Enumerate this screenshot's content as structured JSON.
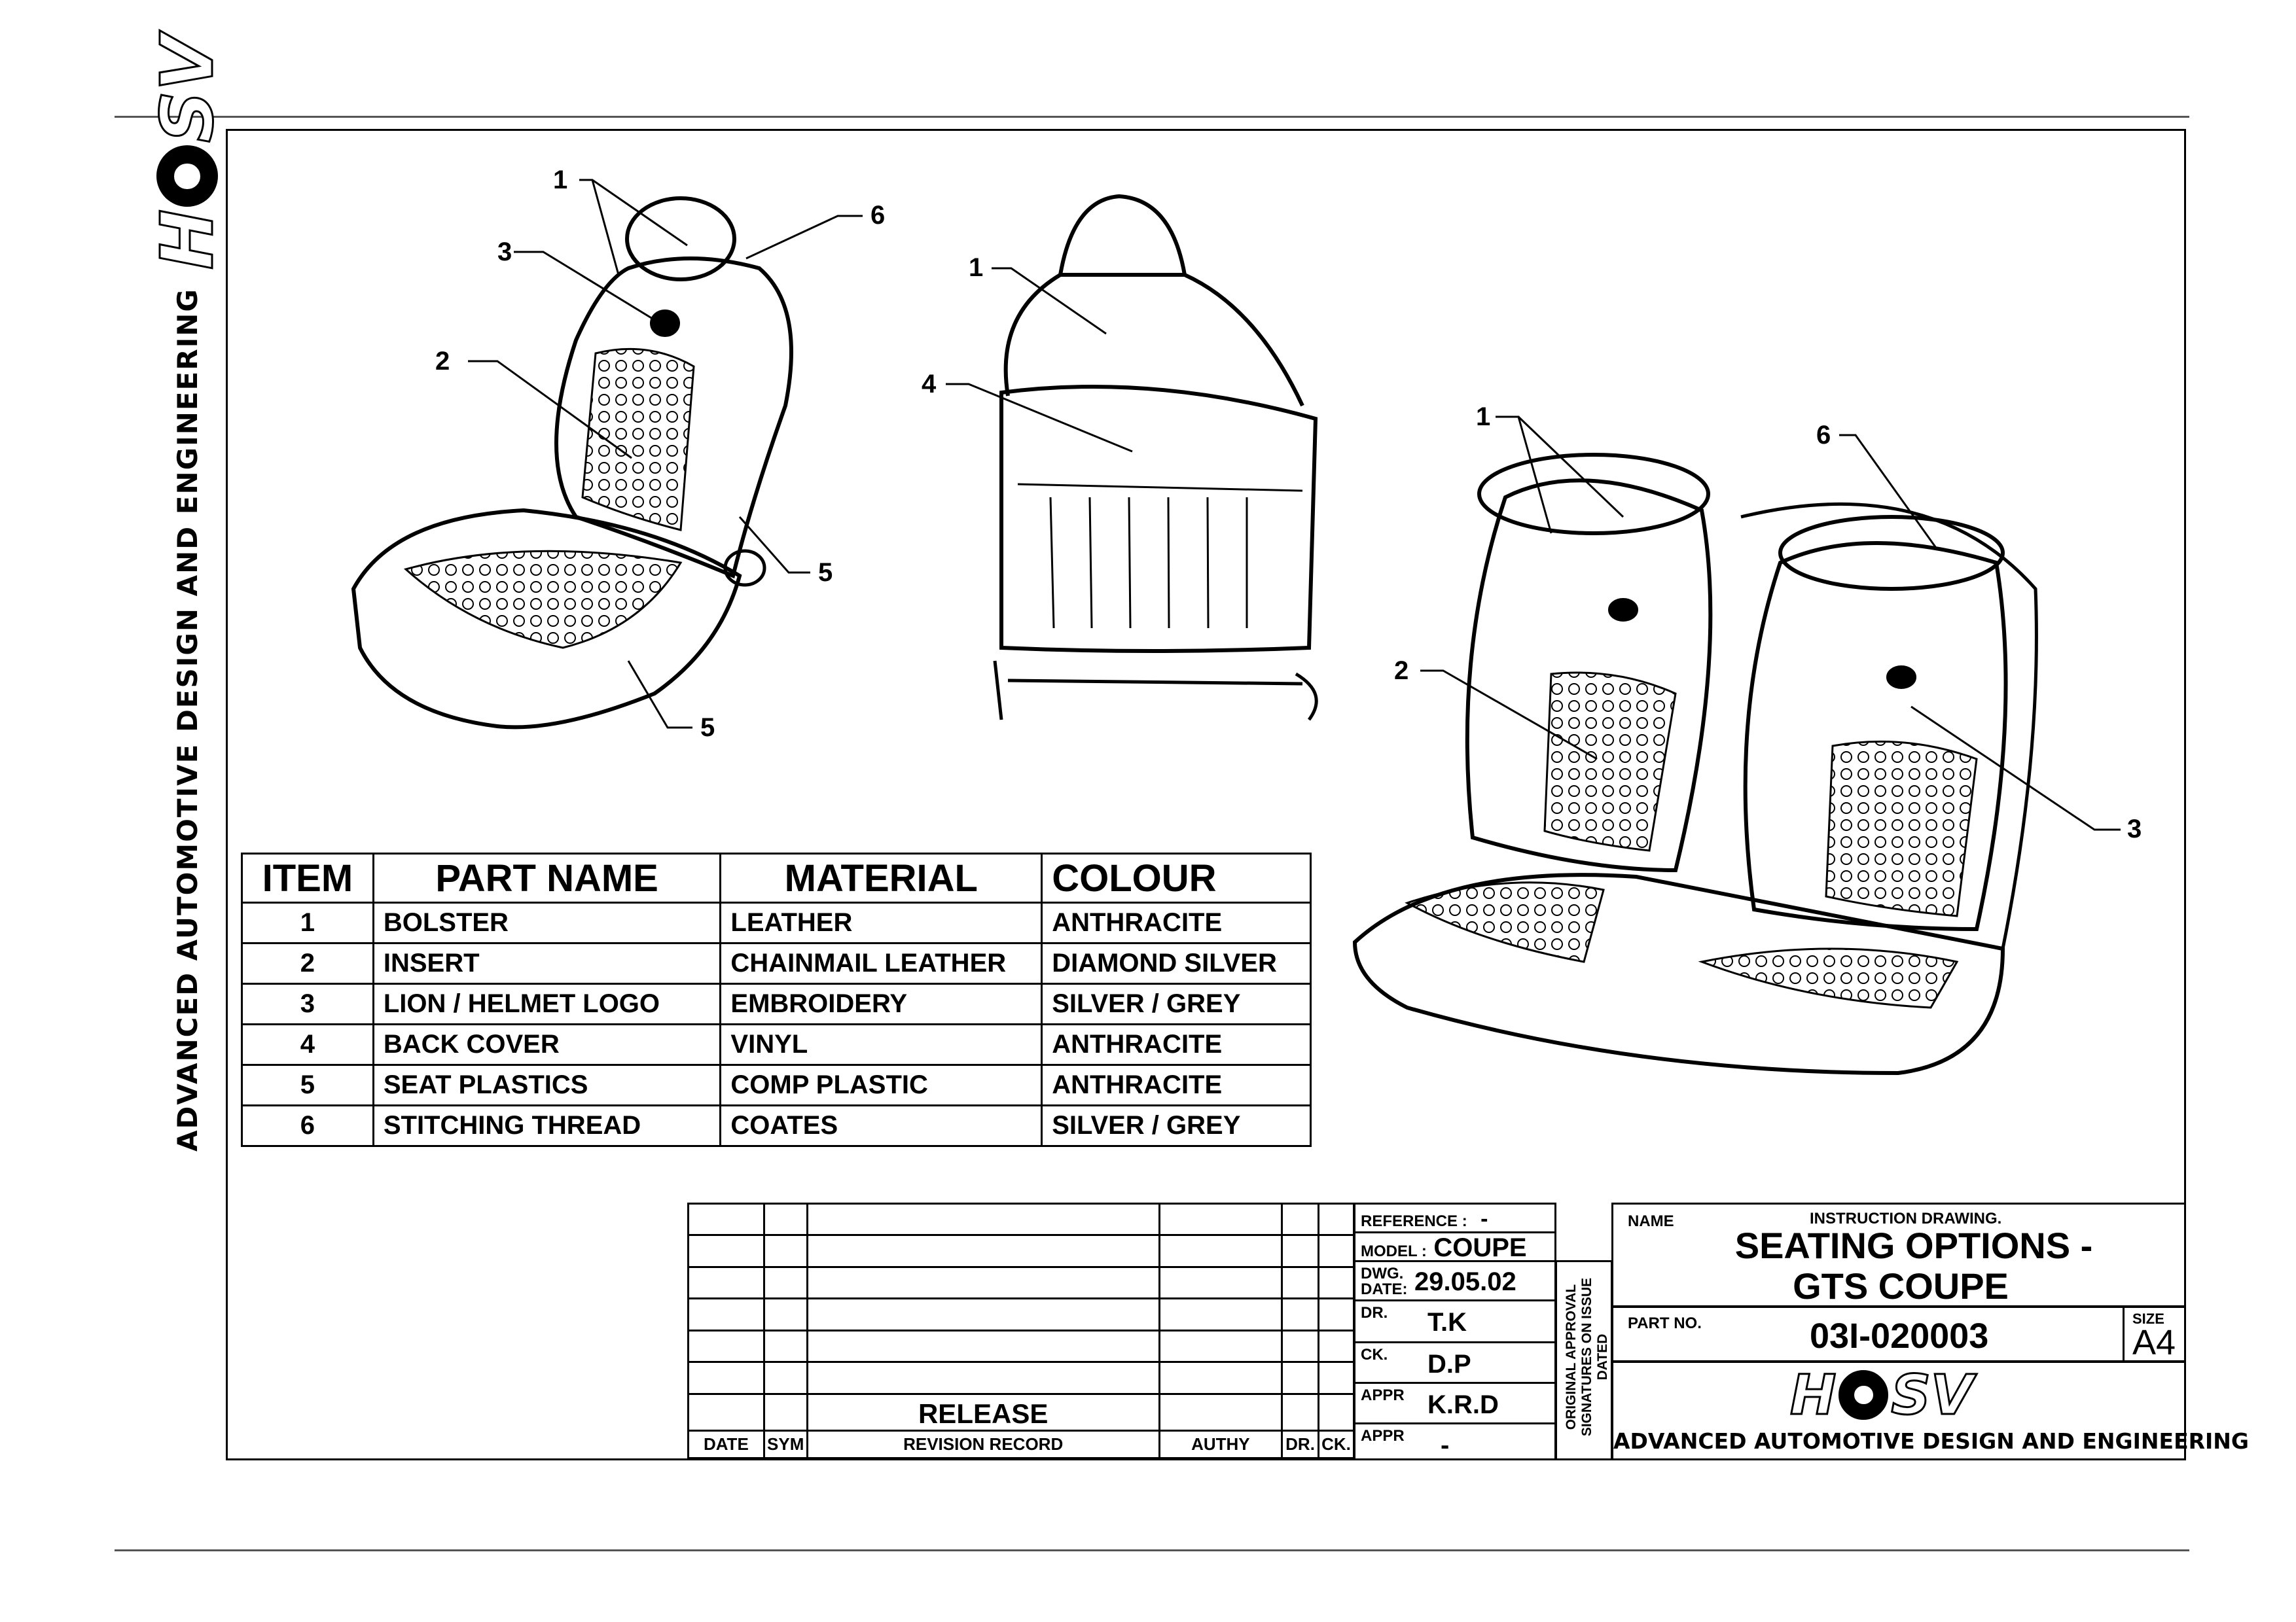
{
  "brand": {
    "logo_text_left": "H",
    "logo_text_right": "SV",
    "tagline": "ADVANCED AUTOMOTIVE DESIGN AND ENGINEERING"
  },
  "callouts": {
    "left_seat": [
      "1",
      "6",
      "3",
      "2",
      "5",
      "5"
    ],
    "back_view": [
      "1",
      "4"
    ],
    "rear_seats": [
      "1",
      "6",
      "2",
      "3"
    ]
  },
  "parts_table": {
    "headers": [
      "ITEM",
      "PART NAME",
      "MATERIAL",
      "COLOUR"
    ],
    "rows": [
      [
        "1",
        "BOLSTER",
        "LEATHER",
        "ANTHRACITE"
      ],
      [
        "2",
        "INSERT",
        "CHAINMAIL LEATHER",
        "DIAMOND SILVER"
      ],
      [
        "3",
        "LION / HELMET LOGO",
        "EMBROIDERY",
        "SILVER / GREY"
      ],
      [
        "4",
        "BACK COVER",
        "VINYL",
        "ANTHRACITE"
      ],
      [
        "5",
        "SEAT PLASTICS",
        "COMP PLASTIC",
        "ANTHRACITE"
      ],
      [
        "6",
        "STITCHING THREAD",
        "COATES",
        "SILVER / GREY"
      ]
    ]
  },
  "revision": {
    "release": "RELEASE",
    "headers": [
      "DATE",
      "SYM",
      "REVISION RECORD",
      "AUTHY",
      "DR.",
      "CK."
    ]
  },
  "title_block": {
    "reference_label": "REFERENCE :",
    "reference_value": "-",
    "model_label": "MODEL :",
    "model_value": "COUPE",
    "dwg_date_label": "DWG. DATE:",
    "dwg_date_value": "29.05.02",
    "dr_label": "DR.",
    "dr_value": "T.K",
    "ck_label": "CK.",
    "ck_value": "D.P",
    "appr_label": "APPR",
    "appr_value": "K.R.D",
    "appr2_label": "APPR",
    "appr2_value": "-",
    "approval_note": "ORIGINAL APPROVAL SIGNATURES ON ISSUE DATED",
    "name_label": "NAME",
    "instruction": "INSTRUCTION DRAWING.",
    "title_line1": "SEATING OPTIONS -",
    "title_line2": "GTS COUPE",
    "part_no_label": "PART NO.",
    "part_no_value": "03I-020003",
    "size_label": "SIZE",
    "size_value": "A4"
  }
}
